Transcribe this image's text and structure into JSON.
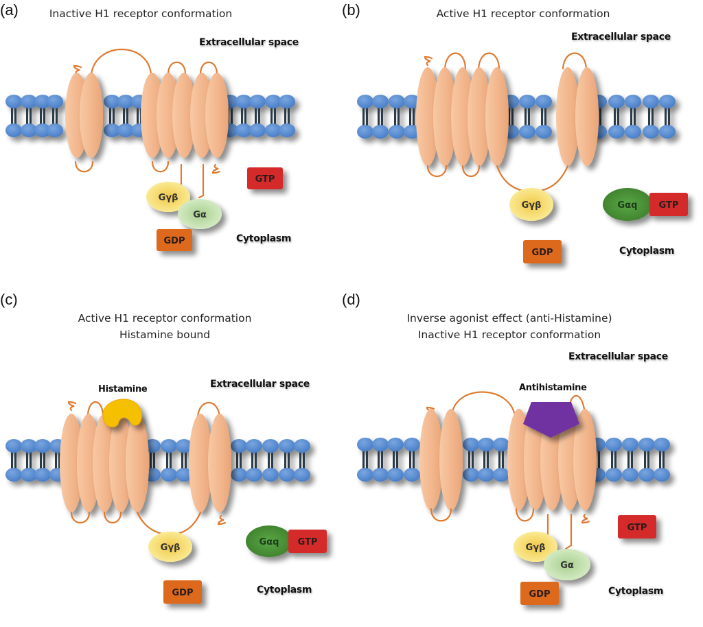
{
  "figure": {
    "panels": [
      {
        "letter": "(a)",
        "title_lines": [
          "Inactive H1 receptor conformation"
        ],
        "extracellular_label": "Extracellular space",
        "cytoplasm_label": "Cytoplasm",
        "state": "inactive",
        "g_gamma_beta": "Gγβ",
        "g_alpha": "Gα",
        "gdp": "GDP",
        "gtp": "GTP"
      },
      {
        "letter": "(b)",
        "title_lines": [
          "Active H1 receptor conformation"
        ],
        "extracellular_label": "Extracellular space",
        "cytoplasm_label": "Cytoplasm",
        "state": "active",
        "g_gamma_beta": "Gγβ",
        "g_alpha_q": "Gαq",
        "gdp": "GDP",
        "gtp": "GTP"
      },
      {
        "letter": "(c)",
        "title_lines": [
          "Active H1 receptor conformation",
          "Histamine bound"
        ],
        "extracellular_label": "Extracellular space",
        "cytoplasm_label": "Cytoplasm",
        "ligand_label": "Histamine",
        "state": "active",
        "g_gamma_beta": "Gγβ",
        "g_alpha_q": "Gαq",
        "gdp": "GDP",
        "gtp": "GTP"
      },
      {
        "letter": "(d)",
        "title_lines": [
          "Inverse agonist effect (anti-Histamine)",
          "Inactive H1 receptor conformation"
        ],
        "extracellular_label": "Extracellular space",
        "cytoplasm_label": "Cytoplasm",
        "ligand_label": "Antihistamine",
        "state": "inactive",
        "g_gamma_beta": "Gγβ",
        "g_alpha": "Gα",
        "gdp": "GDP",
        "gtp": "GTP"
      }
    ],
    "colors": {
      "lipid_head": "#4a7fc8",
      "lipid_tail": "#2a3a4a",
      "helix": "#f2b48a",
      "loop": "#e07a30",
      "g_gamma_beta": "#f5d95a",
      "g_alpha": "#b8dba0",
      "g_alpha_q": "#4e9a3a",
      "gtp": "#d42a2a",
      "gdp": "#dd6a1e",
      "histamine": "#f5c000",
      "antihistamine": "#7030a0"
    }
  }
}
